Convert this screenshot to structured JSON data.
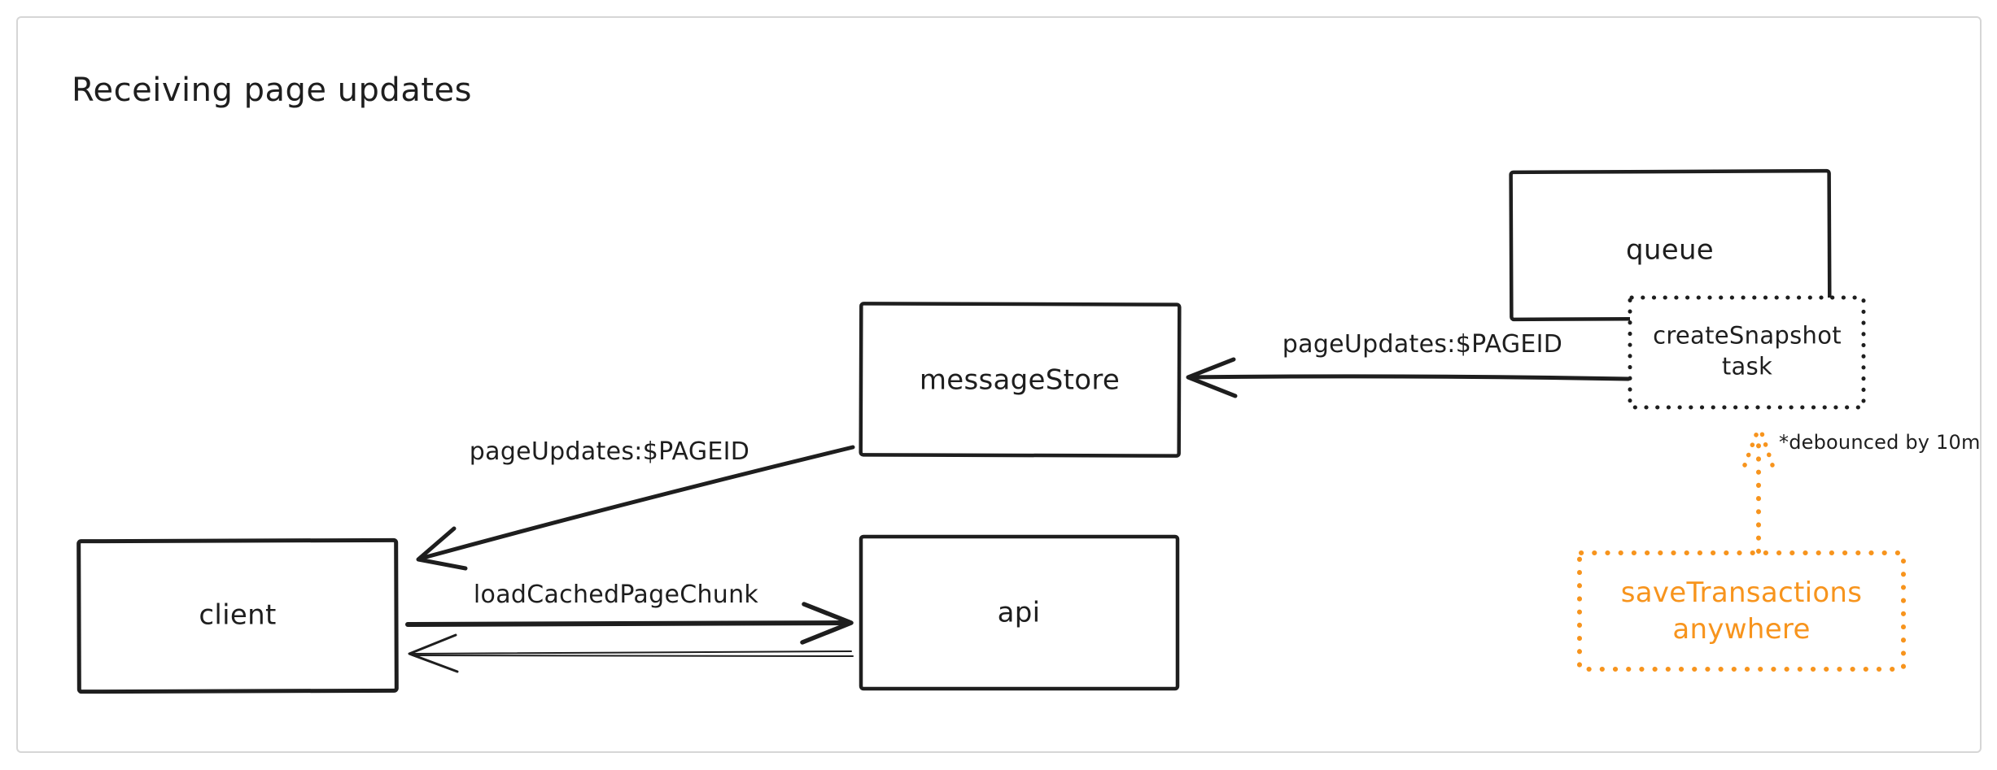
{
  "title": "Receiving page updates",
  "colors": {
    "stroke": "#1e1e1e",
    "accent_orange": "#f7941d",
    "frame_border": "#d6d6d6",
    "background": "#ffffff"
  },
  "nodes": [
    {
      "id": "queue",
      "label": "queue",
      "border": "solid"
    },
    {
      "id": "create-snapshot-task",
      "label_lines": [
        "createSnapshot",
        "task"
      ],
      "border": "dotted"
    },
    {
      "id": "message-store",
      "label": "messageStore",
      "border": "solid"
    },
    {
      "id": "client",
      "label": "client",
      "border": "solid"
    },
    {
      "id": "api",
      "label": "api",
      "border": "solid"
    },
    {
      "id": "save-transactions",
      "label_lines": [
        "saveTransactions",
        "anywhere"
      ],
      "border": "dotted",
      "color": "#f7941d"
    }
  ],
  "edges": [
    {
      "id": "snapshot-to-messagestore",
      "from": "create-snapshot-task",
      "to": "message-store",
      "label": "pageUpdates:$PAGEID",
      "style": "solid-arrow"
    },
    {
      "id": "messagestore-to-client",
      "from": "message-store",
      "to": "client",
      "label": "pageUpdates:$PAGEID",
      "style": "solid-arrow"
    },
    {
      "id": "client-to-api",
      "from": "client",
      "to": "api",
      "label": "loadCachedPageChunk",
      "style": "solid-arrow"
    },
    {
      "id": "api-to-client",
      "from": "api",
      "to": "client",
      "label": "",
      "style": "thin-double-arrow"
    },
    {
      "id": "savetransactions-to-snapshot",
      "from": "save-transactions",
      "to": "create-snapshot-task",
      "label": "",
      "style": "dotted-orange-arrow",
      "note": "*debounced by 10m"
    }
  ]
}
